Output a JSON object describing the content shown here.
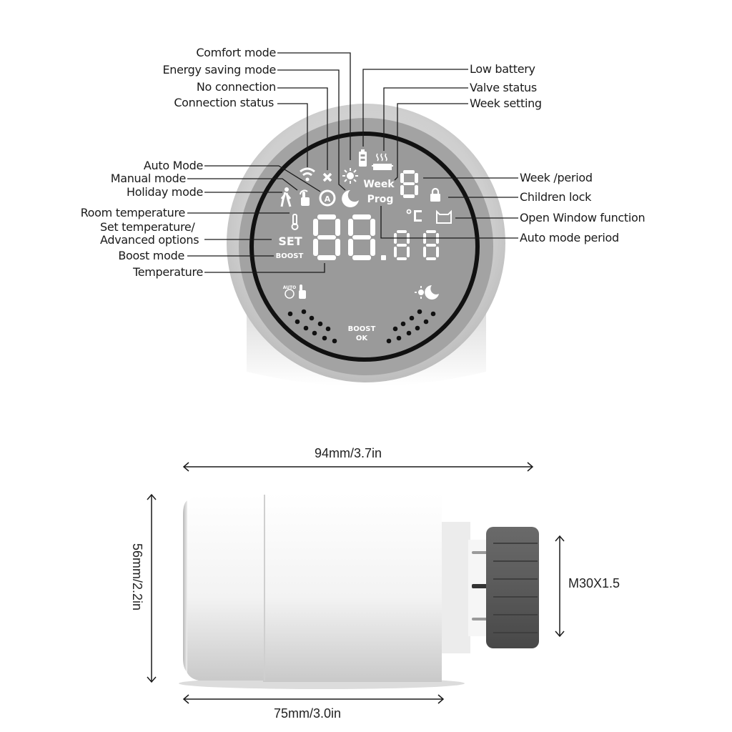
{
  "front_view": {
    "labels_left_top": [
      {
        "id": "comfort-mode",
        "text": "Comfort mode"
      },
      {
        "id": "energy-saving-mode",
        "text": "Energy saving mode"
      },
      {
        "id": "no-connection",
        "text": "No connection"
      },
      {
        "id": "connection-status",
        "text": "Connection status"
      }
    ],
    "labels_right_top": [
      {
        "id": "low-battery",
        "text": "Low battery"
      },
      {
        "id": "valve-status",
        "text": "Valve status"
      },
      {
        "id": "week-setting",
        "text": "Week setting"
      }
    ],
    "labels_left": [
      {
        "id": "auto-mode",
        "text": "Auto Mode"
      },
      {
        "id": "manual-mode",
        "text": "Manual mode"
      },
      {
        "id": "holiday-mode",
        "text": "Holiday mode"
      },
      {
        "id": "room-temperature",
        "text": "Room temperature"
      },
      {
        "id": "set-temperature",
        "text": "Set temperature/"
      },
      {
        "id": "advanced-options",
        "text": "Advanced options"
      },
      {
        "id": "boost-mode",
        "text": "Boost mode"
      },
      {
        "id": "temperature",
        "text": "Temperature"
      }
    ],
    "labels_right": [
      {
        "id": "week-period",
        "text": "Week /period"
      },
      {
        "id": "children-lock",
        "text": "Children lock"
      },
      {
        "id": "open-window",
        "text": "Open Window function"
      },
      {
        "id": "auto-mode-period",
        "text": "Auto mode period"
      }
    ],
    "display": {
      "week_text": "Week",
      "prog_text": "Prog",
      "set_text": "SET",
      "boost_text": "BOOST",
      "celsius_text": "°C",
      "auto_text": "AUTO",
      "button_boost": "BOOST",
      "button_ok": "OK"
    }
  },
  "side_view": {
    "total_length": "94mm/3.7in",
    "body_length": "75mm/3.0in",
    "diameter": "56mm/2.2in",
    "thread": "M30X1.5"
  },
  "colors": {
    "outer_ring": "#c9c9c9",
    "face": "#9c9c9c",
    "bezel": "#111111",
    "lcd_segment": "#ffffff",
    "nut": "#5a5a5a",
    "body": "#f2f2f2"
  }
}
